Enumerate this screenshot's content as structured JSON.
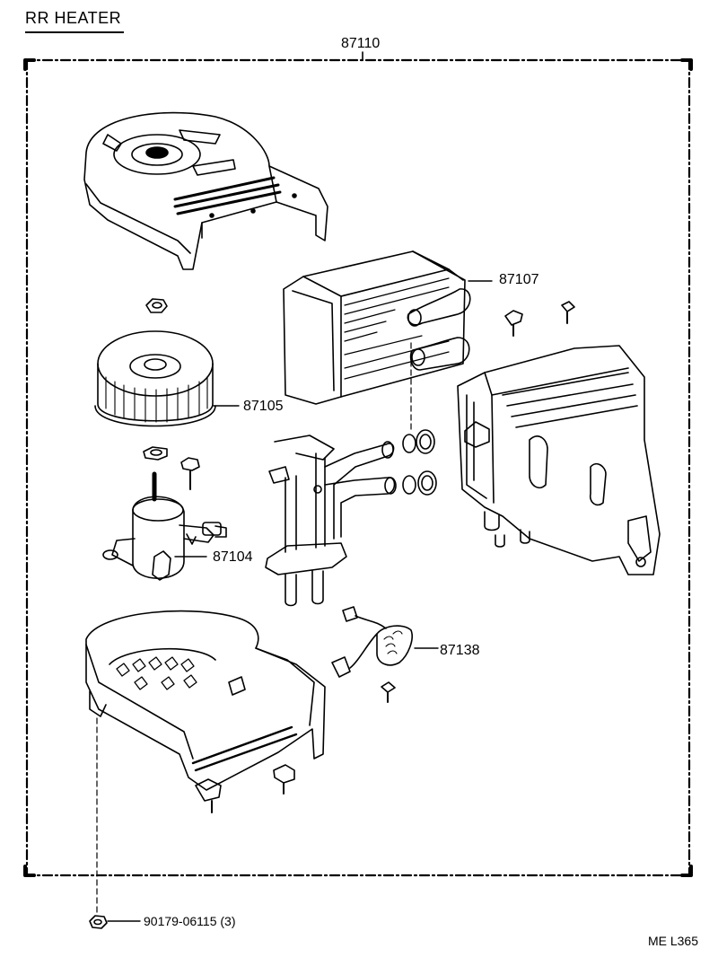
{
  "title": "RR HEATER",
  "assembly_number": "87110",
  "parts": [
    {
      "number": "87107"
    },
    {
      "number": "87105"
    },
    {
      "number": "87104"
    },
    {
      "number": "87138"
    },
    {
      "number": "90179-06115 (3)"
    }
  ],
  "diagram_code": "ME L365"
}
